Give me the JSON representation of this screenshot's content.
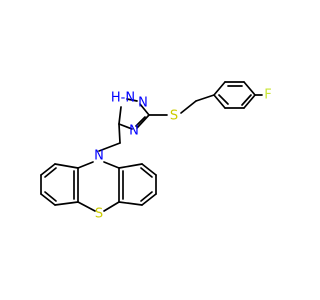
{
  "colors": {
    "background": "#ffffff",
    "bond": "#000000",
    "nitrogen": "#0000ff",
    "sulfur": "#cccc00",
    "fluorine": "#c8e633"
  },
  "atoms": {
    "n_ring_top": "H-N",
    "h_ring_top": "H",
    "n_ring_right": "N",
    "n_ring_bottom": "N",
    "s_thioether": "S",
    "f_para": "F",
    "n_phenothiazine": "N",
    "s_phenothiazine": "S"
  }
}
